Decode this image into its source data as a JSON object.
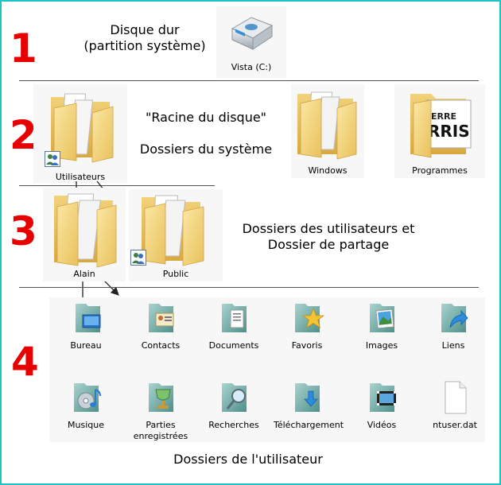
{
  "sections": {
    "s1": {
      "number": "1",
      "title_line1": "Disque dur",
      "title_line2": "(partition système)",
      "drive_label": "Vista (C:)"
    },
    "s2": {
      "number": "2",
      "title_line1": "\"Racine du disque\"",
      "title_line2": "Dossiers du système",
      "folders": [
        "Utilisateurs",
        "Windows",
        "Programmes"
      ]
    },
    "s3": {
      "number": "3",
      "title_line1": "Dossiers des utilisateurs et",
      "title_line2": "Dossier de partage",
      "folders": [
        "Alain",
        "Public"
      ]
    },
    "s4": {
      "number": "4",
      "row1": [
        "Bureau",
        "Contacts",
        "Documents",
        "Favoris",
        "Images",
        "Liens"
      ],
      "row2": [
        "Musique",
        "Parties",
        "Recherches",
        "Téléchargement",
        "Vidéos",
        "ntuser.dat"
      ],
      "row2_line2": "enregistrées",
      "caption": "Dossiers de l'utilisateur"
    }
  },
  "colors": {
    "number": "#e80000",
    "frame": "#1ec3c3",
    "folder": "#f3d57a"
  },
  "icons": {
    "drive": "hard-drive-icon",
    "folder": "folder-icon",
    "shared_badge": "users-badge-icon"
  }
}
